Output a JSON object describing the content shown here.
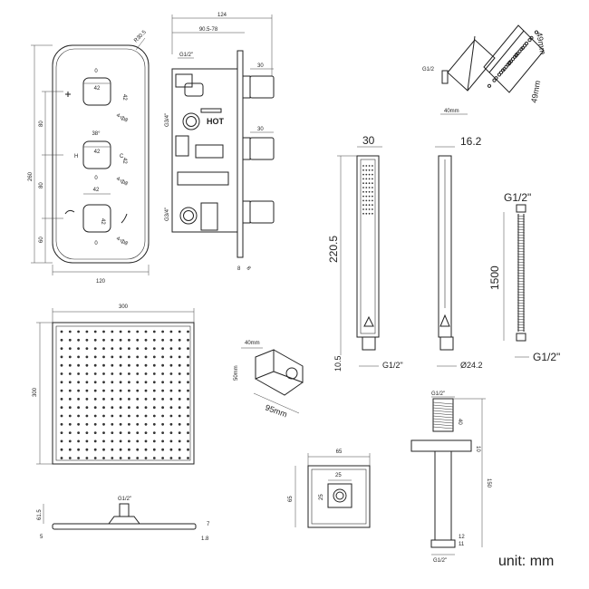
{
  "valve": {
    "top_width": "124",
    "inner_width": "90.5-78",
    "thread": "G1/2\"",
    "corner_radius": "R30.5",
    "right_dim_a": "30",
    "right_dim_b": "30",
    "hot_label": "HOT",
    "side_label_a": "G3/4\"",
    "side_label_b": "G3/4\"",
    "bottom_label_a": "8",
    "bottom_label_b": "8",
    "plate_height": "260",
    "plate_width": "120",
    "pitch_a": "80",
    "pitch_b": "80",
    "pitch_c": "60",
    "knob_size_a": "42",
    "knob_size_b": "42",
    "knob_size_c": "42",
    "knob_size_d": "42",
    "knob_size_e": "42",
    "knob_size_f": "42",
    "knob_depth_a": "4-ф8",
    "knob_depth_b": "4-ф8",
    "knob_depth_c": "4-ф8",
    "temp_label": "38°",
    "zero_a": "0",
    "zero_b": "0",
    "zero_c": "0",
    "h_label": "H",
    "c_label": "C"
  },
  "small_head": {
    "thread": "G1/2",
    "dim_a": "49mm",
    "dim_b": "49mm",
    "base_dim": "40mm"
  },
  "handset": {
    "width": "30",
    "length": "220.5",
    "base": "10.5",
    "thread": "G1/2\""
  },
  "holder_bar": {
    "width": "16.2",
    "diameter": "Ø24.2"
  },
  "hose": {
    "thread_top": "G1/2\"",
    "length": "1500",
    "thread_bottom": "G1/2\""
  },
  "rain_head": {
    "width": "300",
    "height": "300",
    "thread": "G1/2\"",
    "side_a": "61.5",
    "side_b": "5",
    "side_c": "7",
    "side_d": "1.8"
  },
  "bracket": {
    "width": "40mm",
    "height": "50mm",
    "depth": "95mm"
  },
  "outlet_plate": {
    "width": "65",
    "height": "65",
    "inner_w": "25",
    "inner_h": "25"
  },
  "ceiling_arm": {
    "thread_top": "G1/2\"",
    "dim_a": "40",
    "dim_b": "10",
    "length": "150",
    "dim_c": "12",
    "dim_d": "11",
    "thread_bottom": "G1/2\""
  },
  "unit_label": "unit: mm"
}
